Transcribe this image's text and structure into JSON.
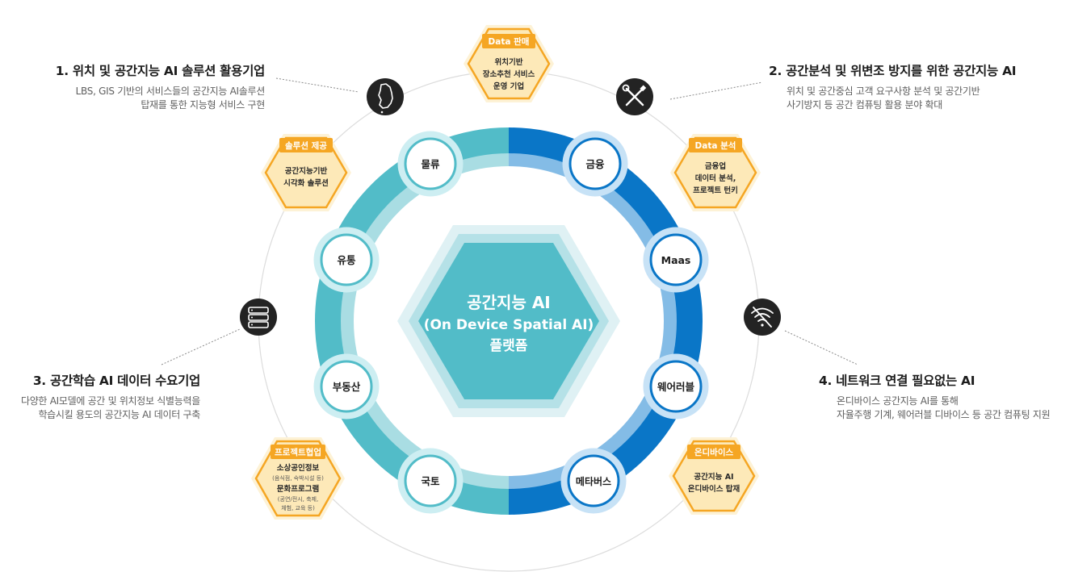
{
  "center": {
    "line1": "공간지능 AI",
    "line2": "(On Device Spatial AI)",
    "line3": "플랫폼"
  },
  "ring_nodes": {
    "logistics": "물류",
    "finance": "금융",
    "distribution": "유통",
    "maas": "Maas",
    "realestate": "부동산",
    "wearable": "웨어러블",
    "territory": "국토",
    "metaverse": "메타버스"
  },
  "badges": {
    "data_sales": {
      "tag": "Data 판매",
      "lines": [
        "위치기반",
        "장소추천 서비스",
        "운영 기업"
      ]
    },
    "data_analysis": {
      "tag": "Data 분석",
      "lines": [
        "금융업",
        "데이터 분석,",
        "프로젝트 턴키"
      ]
    },
    "solution": {
      "tag": "솔루션 제공",
      "lines": [
        "공간지능기반",
        "시각화 솔루션"
      ]
    },
    "ondevice": {
      "tag": "온디바이스",
      "lines": [
        "공간지능 AI",
        "온디바이스 탑재"
      ]
    },
    "project": {
      "tag": "프로젝트협업",
      "line1": "소상공인정보",
      "line1_sub": "(음식점, 숙박시설 등)",
      "line2": "문화프로그램",
      "line2_sub1": "(공연/전시, 축제,",
      "line2_sub2": "체험, 교육 등)"
    }
  },
  "callouts": {
    "c1": {
      "title": "1. 위치 및 공간지능 AI  솔루션 활용기업",
      "desc1": "LBS, GIS 기반의 서비스들의 공간지능 AI솔루션",
      "desc2": "탑재를 통한 지능형 서비스 구현",
      "icon": "korea-map-icon"
    },
    "c2": {
      "title": "2. 공간분석 및 위변조 방지를 위한 공간지능 AI",
      "desc1": "위치 및 공간중심 고객 요구사항 분석 및 공간기반",
      "desc2": "사기방지 등 공간 컴퓨팅 활용 분야 확대",
      "icon": "tools-icon"
    },
    "c3": {
      "title": "3. 공간학습 AI 데이터 수요기업",
      "desc1": "다양한 AI모델에 공간 및 위치정보 식별능력을",
      "desc2": "학습시킬 용도의 공간지능 AI 데이터 구축",
      "icon": "database-icon"
    },
    "c4": {
      "title": "4. 네트워크 연결 필요없는 AI",
      "desc1": "온디바이스 공간지능 AI를 통해",
      "desc2": "자율주행 기계, 웨어러블 디바이스 등 공간 컴퓨팅 지원",
      "icon": "wifi-off-icon"
    }
  },
  "colors": {
    "teal": "#52bcc8",
    "teal_light": "#a9dde3",
    "blue": "#0a76c7",
    "blue_light": "#84bce6",
    "orange": "#f5a623",
    "badge_fill": "#fde9b8",
    "icon_dark": "#232323"
  }
}
